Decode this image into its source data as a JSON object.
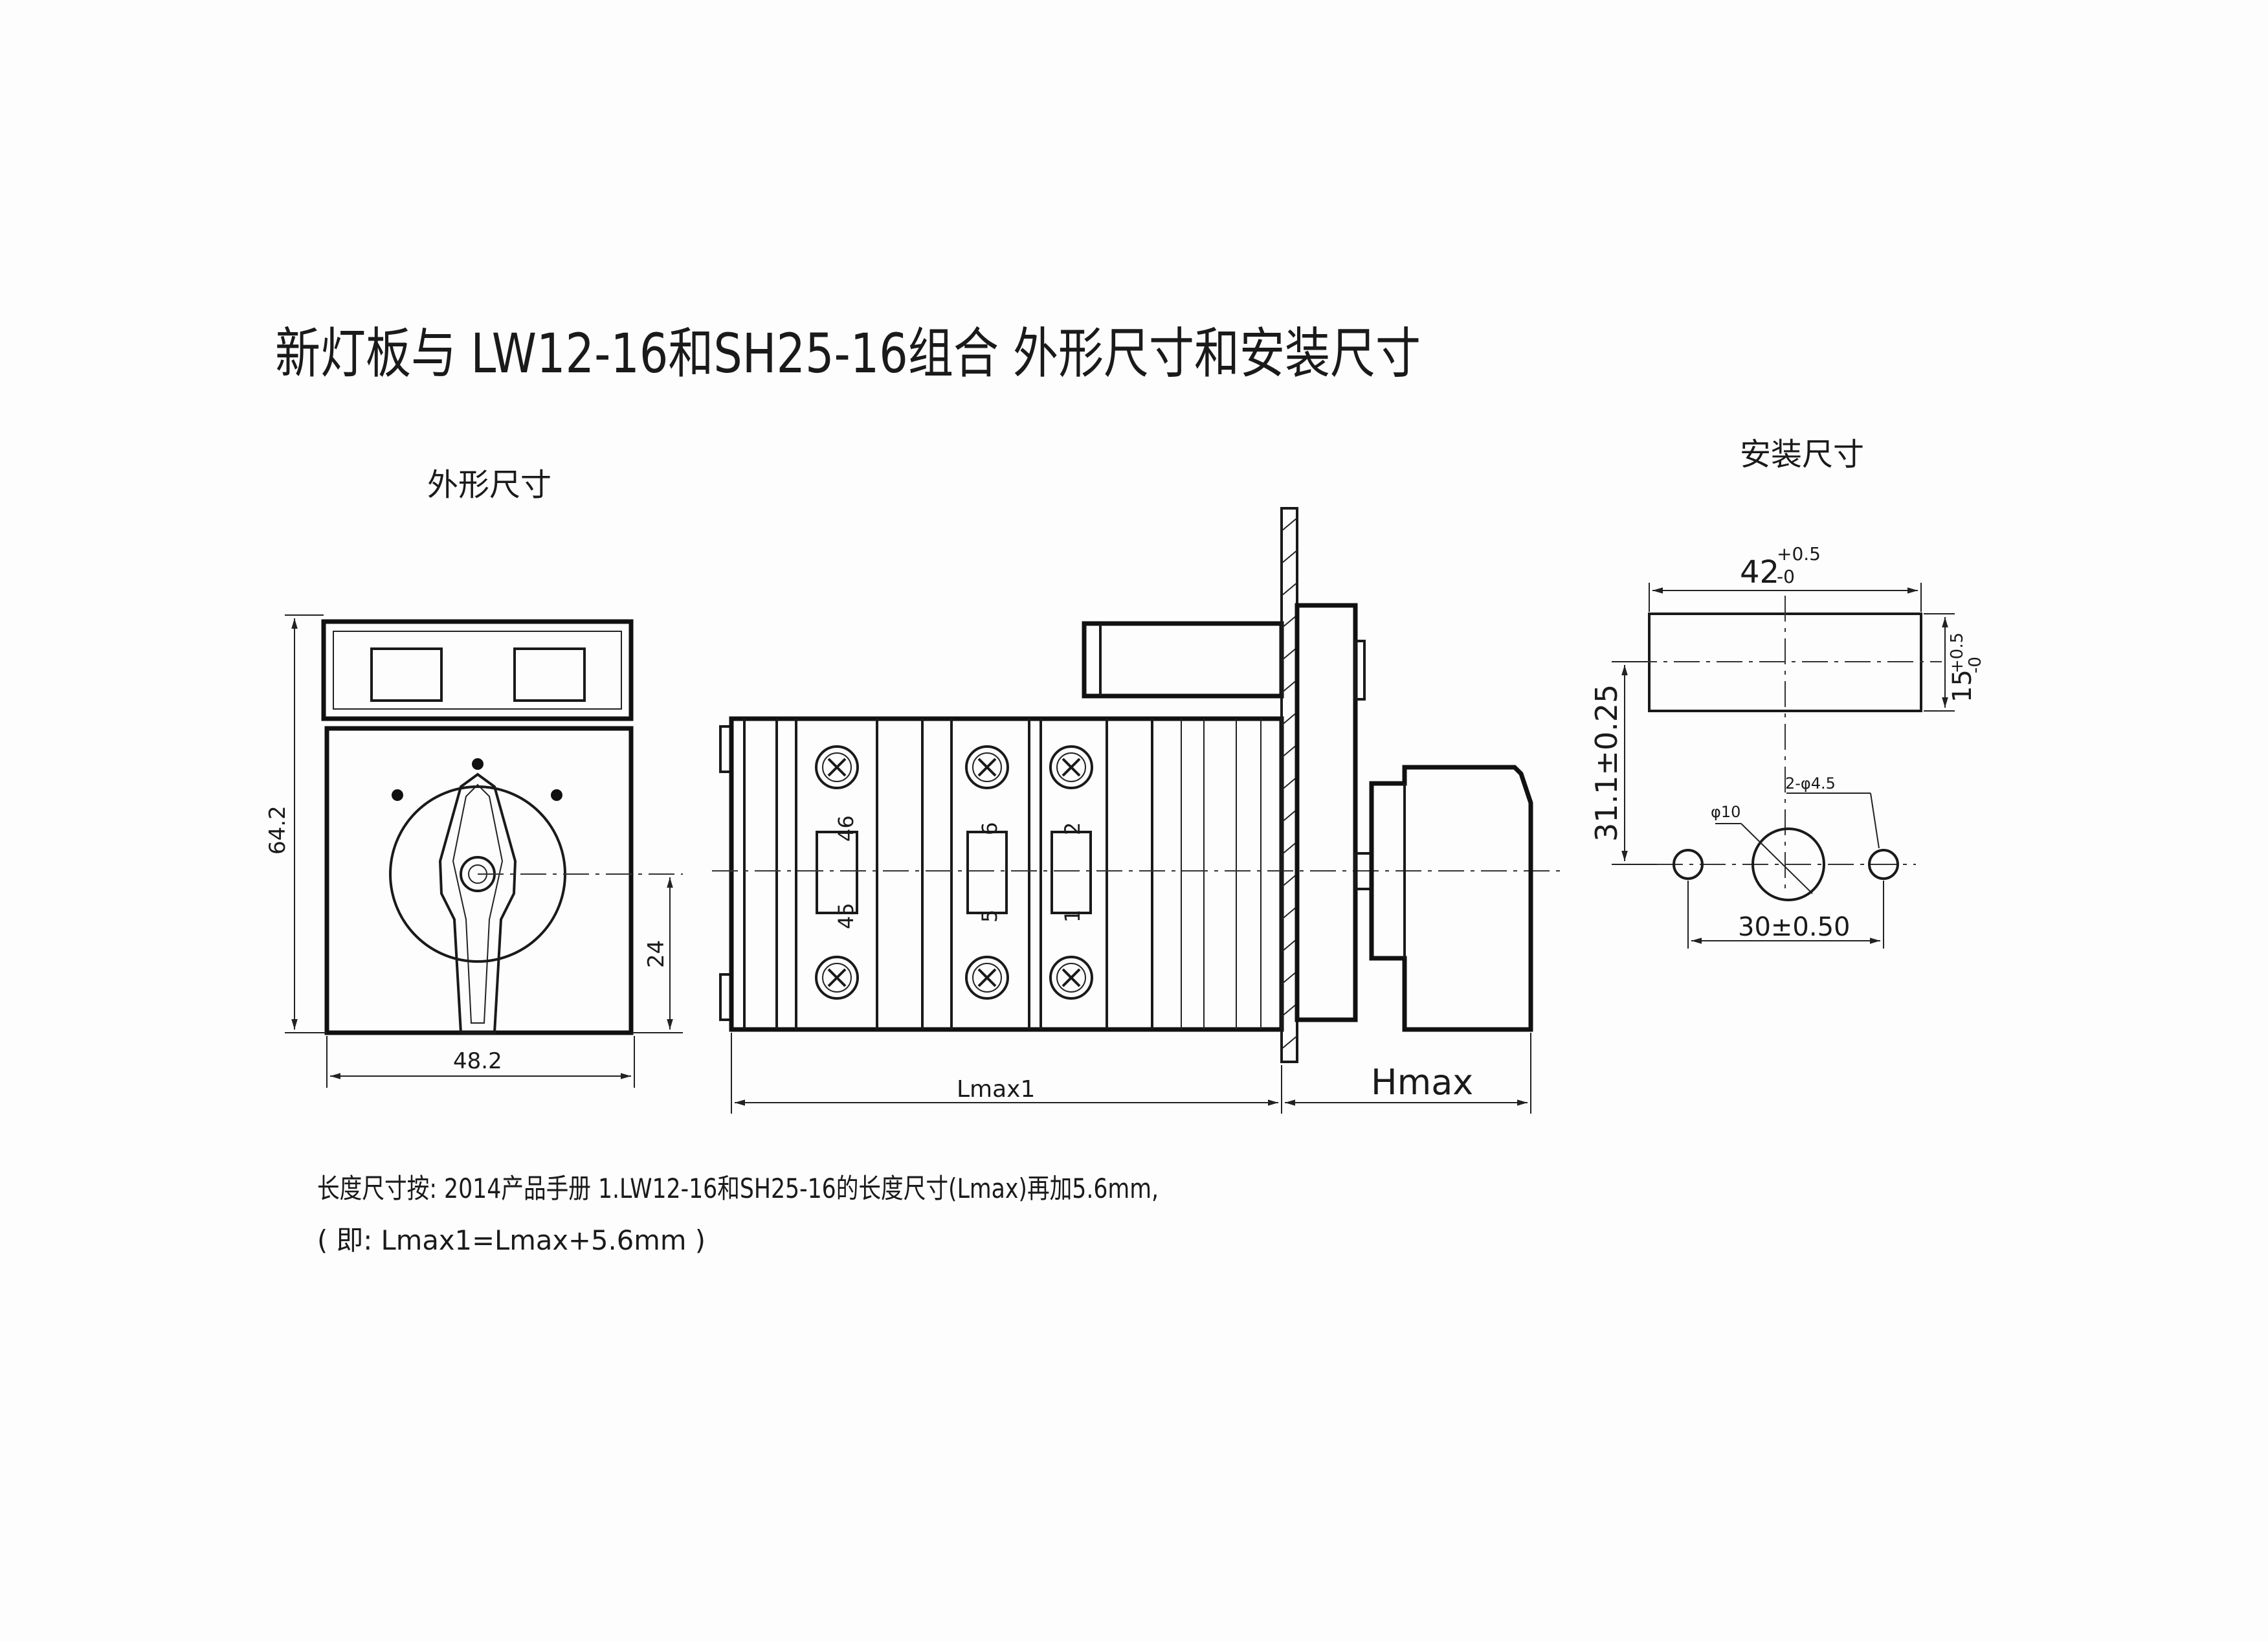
{
  "title": "新灯板与 LW12-16和SH25-16组合 外形尺寸和安装尺寸",
  "outline_heading": "外形尺寸",
  "mounting_heading": "安装尺寸",
  "dims": {
    "height_total": "64.2",
    "height_axis": "24",
    "width": "48.2",
    "lmax1": "Lmax1",
    "hmax": "Hmax",
    "cut_width_base": "42",
    "cut_width_tol_plus": "+0.5",
    "cut_width_tol_minus": "-0",
    "cut_height_base": "15",
    "cut_height_tol_plus": "+0.5",
    "cut_height_tol_minus": "-0",
    "center_offset": "31.1±0.25",
    "hole_center": "φ10",
    "holes_side": "2-φ4.5",
    "hole_spacing": "30±0.50"
  },
  "terminals": {
    "top": [
      "46",
      "6",
      "2"
    ],
    "bottom": [
      "45",
      "5",
      "1"
    ]
  },
  "notes": {
    "line1": "长度尺寸按: 2014产品手册 1.LW12-16和SH25-16的长度尺寸(Lmax)再加5.6mm,",
    "line2": "( 即:  Lmax1=Lmax+5.6mm )"
  }
}
